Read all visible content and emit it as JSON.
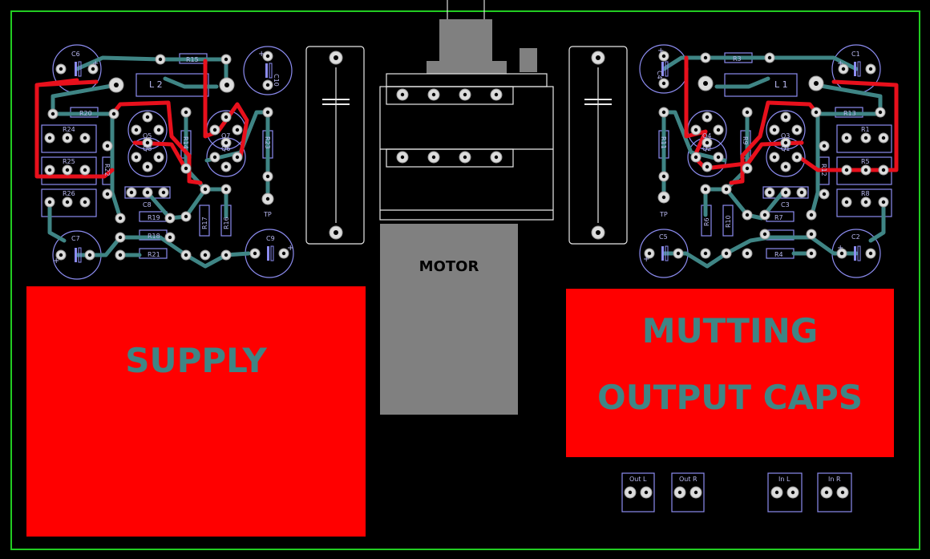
{
  "colors": {
    "background": "#000000",
    "board_outline": "#22cc22",
    "top_trace": "#e8101c",
    "bottom_trace": "#3f8585",
    "silkscreen": "#8c8cf0",
    "pad": "#dcdcdc",
    "supply_fill": "#ff0000",
    "motor_fill": "#808080"
  },
  "blocks": {
    "supply": {
      "label": "SUPPLY"
    },
    "motor": {
      "label": "MOTOR"
    },
    "mutting": {
      "line1": "MUTTING",
      "line2": "OUTPUT CAPS"
    }
  },
  "connectors": [
    {
      "label": "Out L"
    },
    {
      "label": "Out R"
    },
    {
      "label": "In L"
    },
    {
      "label": "In R"
    }
  ],
  "left_channel": {
    "capacitors": [
      "C6",
      "C10",
      "C7",
      "C9"
    ],
    "inductor": "L 2",
    "transistors": [
      "Q5",
      "Q8",
      "Q7",
      "Q6"
    ],
    "resistors": [
      "R15",
      "R20",
      "R24",
      "R25",
      "R26",
      "R22",
      "R19",
      "R18",
      "R21",
      "R17",
      "R16",
      "R23",
      "R14"
    ],
    "small_cap": "C8",
    "test_point": "TP"
  },
  "right_channel": {
    "capacitors": [
      "C4",
      "C1",
      "C5",
      "C2"
    ],
    "inductor": "L 1",
    "transistors": [
      "Q4",
      "Q2",
      "Q3",
      "Q1"
    ],
    "resistors": [
      "R3",
      "R13",
      "R1",
      "R5",
      "R8",
      "R11",
      "R12",
      "R9",
      "R6",
      "R10",
      "R7",
      "R4"
    ],
    "small_cap": "C3",
    "test_point": "TP"
  }
}
